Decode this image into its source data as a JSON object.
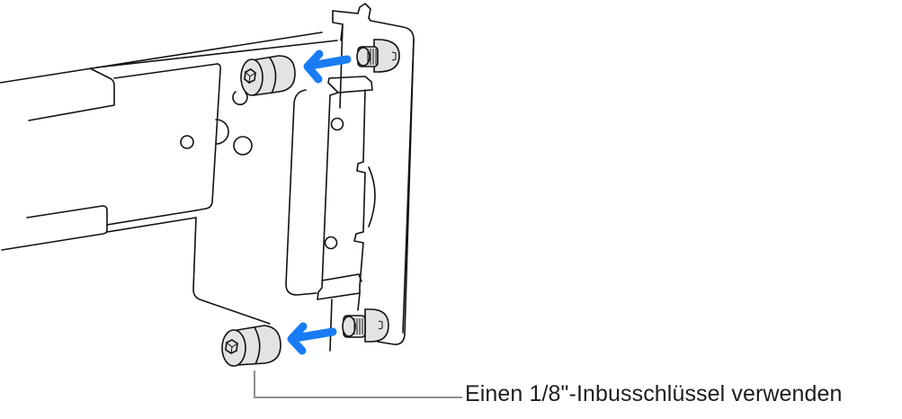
{
  "diagram": {
    "subject": "rack-mount rail bracket with guide pins",
    "callout": {
      "label": "Einen 1/8\"-Inbusschlüssel verwenden",
      "leader_color": "#8e8e8e"
    },
    "arrows": [
      {
        "name": "top-arrow",
        "direction": "left",
        "color": "#1a7cf5"
      },
      {
        "name": "bottom-arrow",
        "direction": "left",
        "color": "#1a7cf5"
      }
    ],
    "parts": [
      {
        "name": "top-screw-removed",
        "type": "hex-socket-pin"
      },
      {
        "name": "top-threaded-pin",
        "type": "threaded-pin"
      },
      {
        "name": "bottom-screw-removed",
        "type": "hex-socket-pin"
      },
      {
        "name": "bottom-threaded-pin",
        "type": "threaded-pin"
      }
    ],
    "colors": {
      "line": "#111111",
      "part_fill": "#e3e3e3",
      "background": "#ffffff"
    }
  }
}
